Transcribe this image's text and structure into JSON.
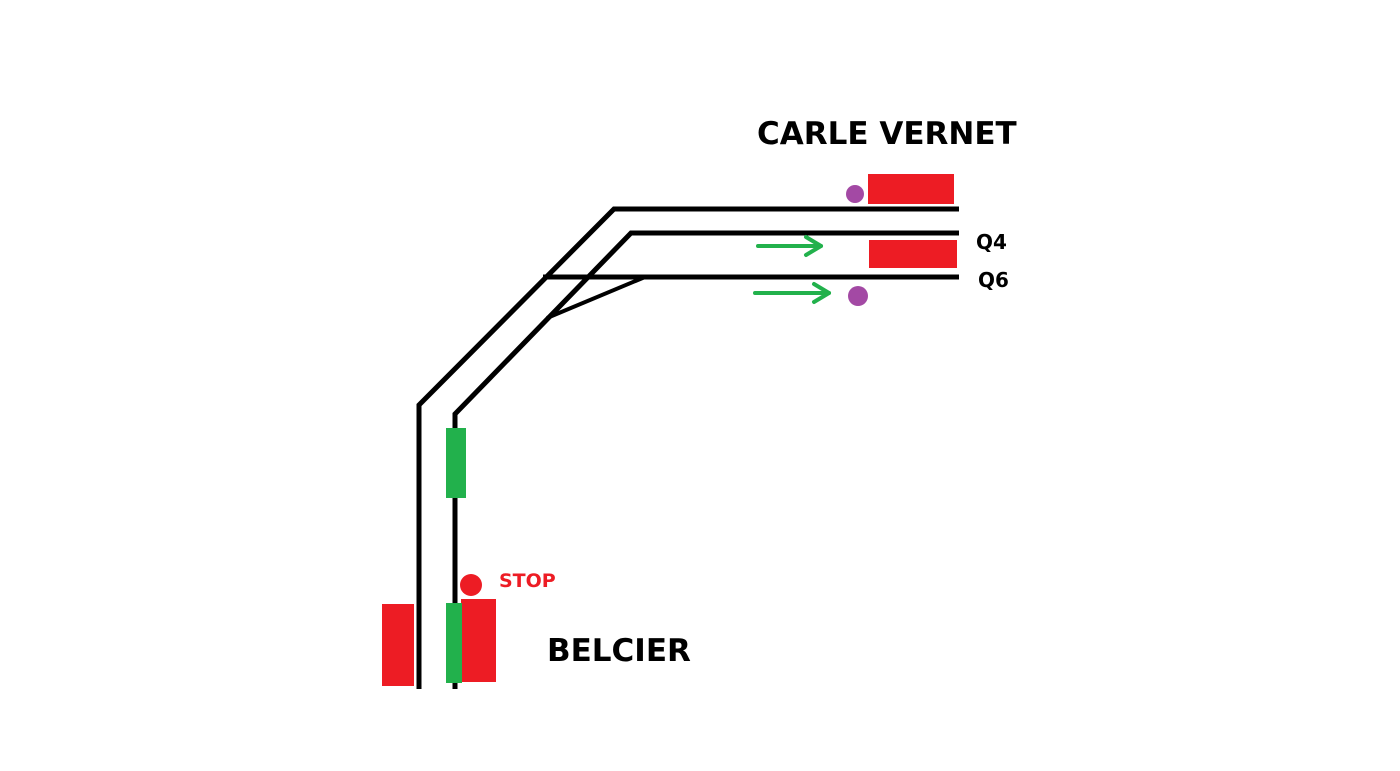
{
  "diagram": {
    "stations": {
      "top": "CARLE VERNET",
      "bottom": "BELCIER"
    },
    "track_labels": {
      "q4": "Q4",
      "q6": "Q6"
    },
    "stop_label": "STOP",
    "colors": {
      "track": "#000000",
      "occupied": "#ed1c24",
      "clear": "#22b14c",
      "signal_purple": "#a349a4",
      "stop_red": "#ed1c24",
      "arrow": "#22b14c"
    },
    "elements": {
      "red_blocks": [
        "carle-vernet-platform-block",
        "q4-block",
        "belcier-left-block",
        "belcier-right-block"
      ],
      "green_blocks": [
        "inner-track-block",
        "belcier-inner-block"
      ],
      "arrows": [
        "q4-direction-arrow",
        "q6-direction-arrow"
      ],
      "markers": [
        "purple-marker-top",
        "purple-marker-q6",
        "stop-marker"
      ]
    }
  }
}
